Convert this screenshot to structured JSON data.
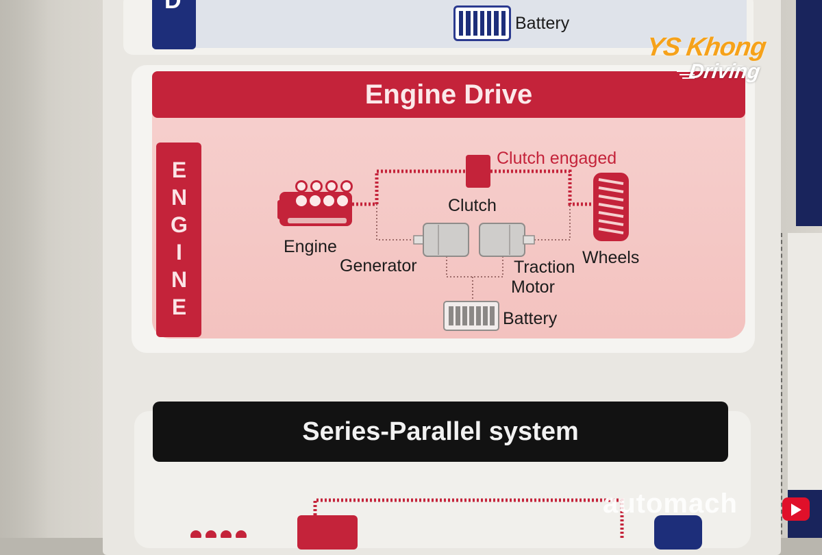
{
  "top_panel": {
    "tab_letter": "D",
    "battery_label": "Battery"
  },
  "engine_drive": {
    "title": "Engine Drive",
    "side_label": "ENGINE",
    "labels": {
      "clutch_status": "Clutch engaged",
      "clutch": "Clutch",
      "engine": "Engine",
      "generator": "Generator",
      "traction_motor_line1": "Traction",
      "traction_motor_line2": "Motor",
      "wheels": "Wheels",
      "battery": "Battery"
    }
  },
  "series_parallel": {
    "title": "Series-Parallel system"
  },
  "watermarks": {
    "ys_khong": "YS Khong",
    "driving": "Driving",
    "automacha": "automach"
  },
  "colors": {
    "brand_red": "#c4233a",
    "navy": "#1d2e7a",
    "pink_bg": "#f4c6c3",
    "logo_orange": "#f6a21a"
  },
  "icons": {
    "engine": "engine-icon",
    "clutch": "clutch-icon",
    "generator": "generator-icon",
    "motor": "motor-icon",
    "wheel": "wheel-icon",
    "battery": "battery-icon",
    "play": "youtube-play-icon"
  }
}
